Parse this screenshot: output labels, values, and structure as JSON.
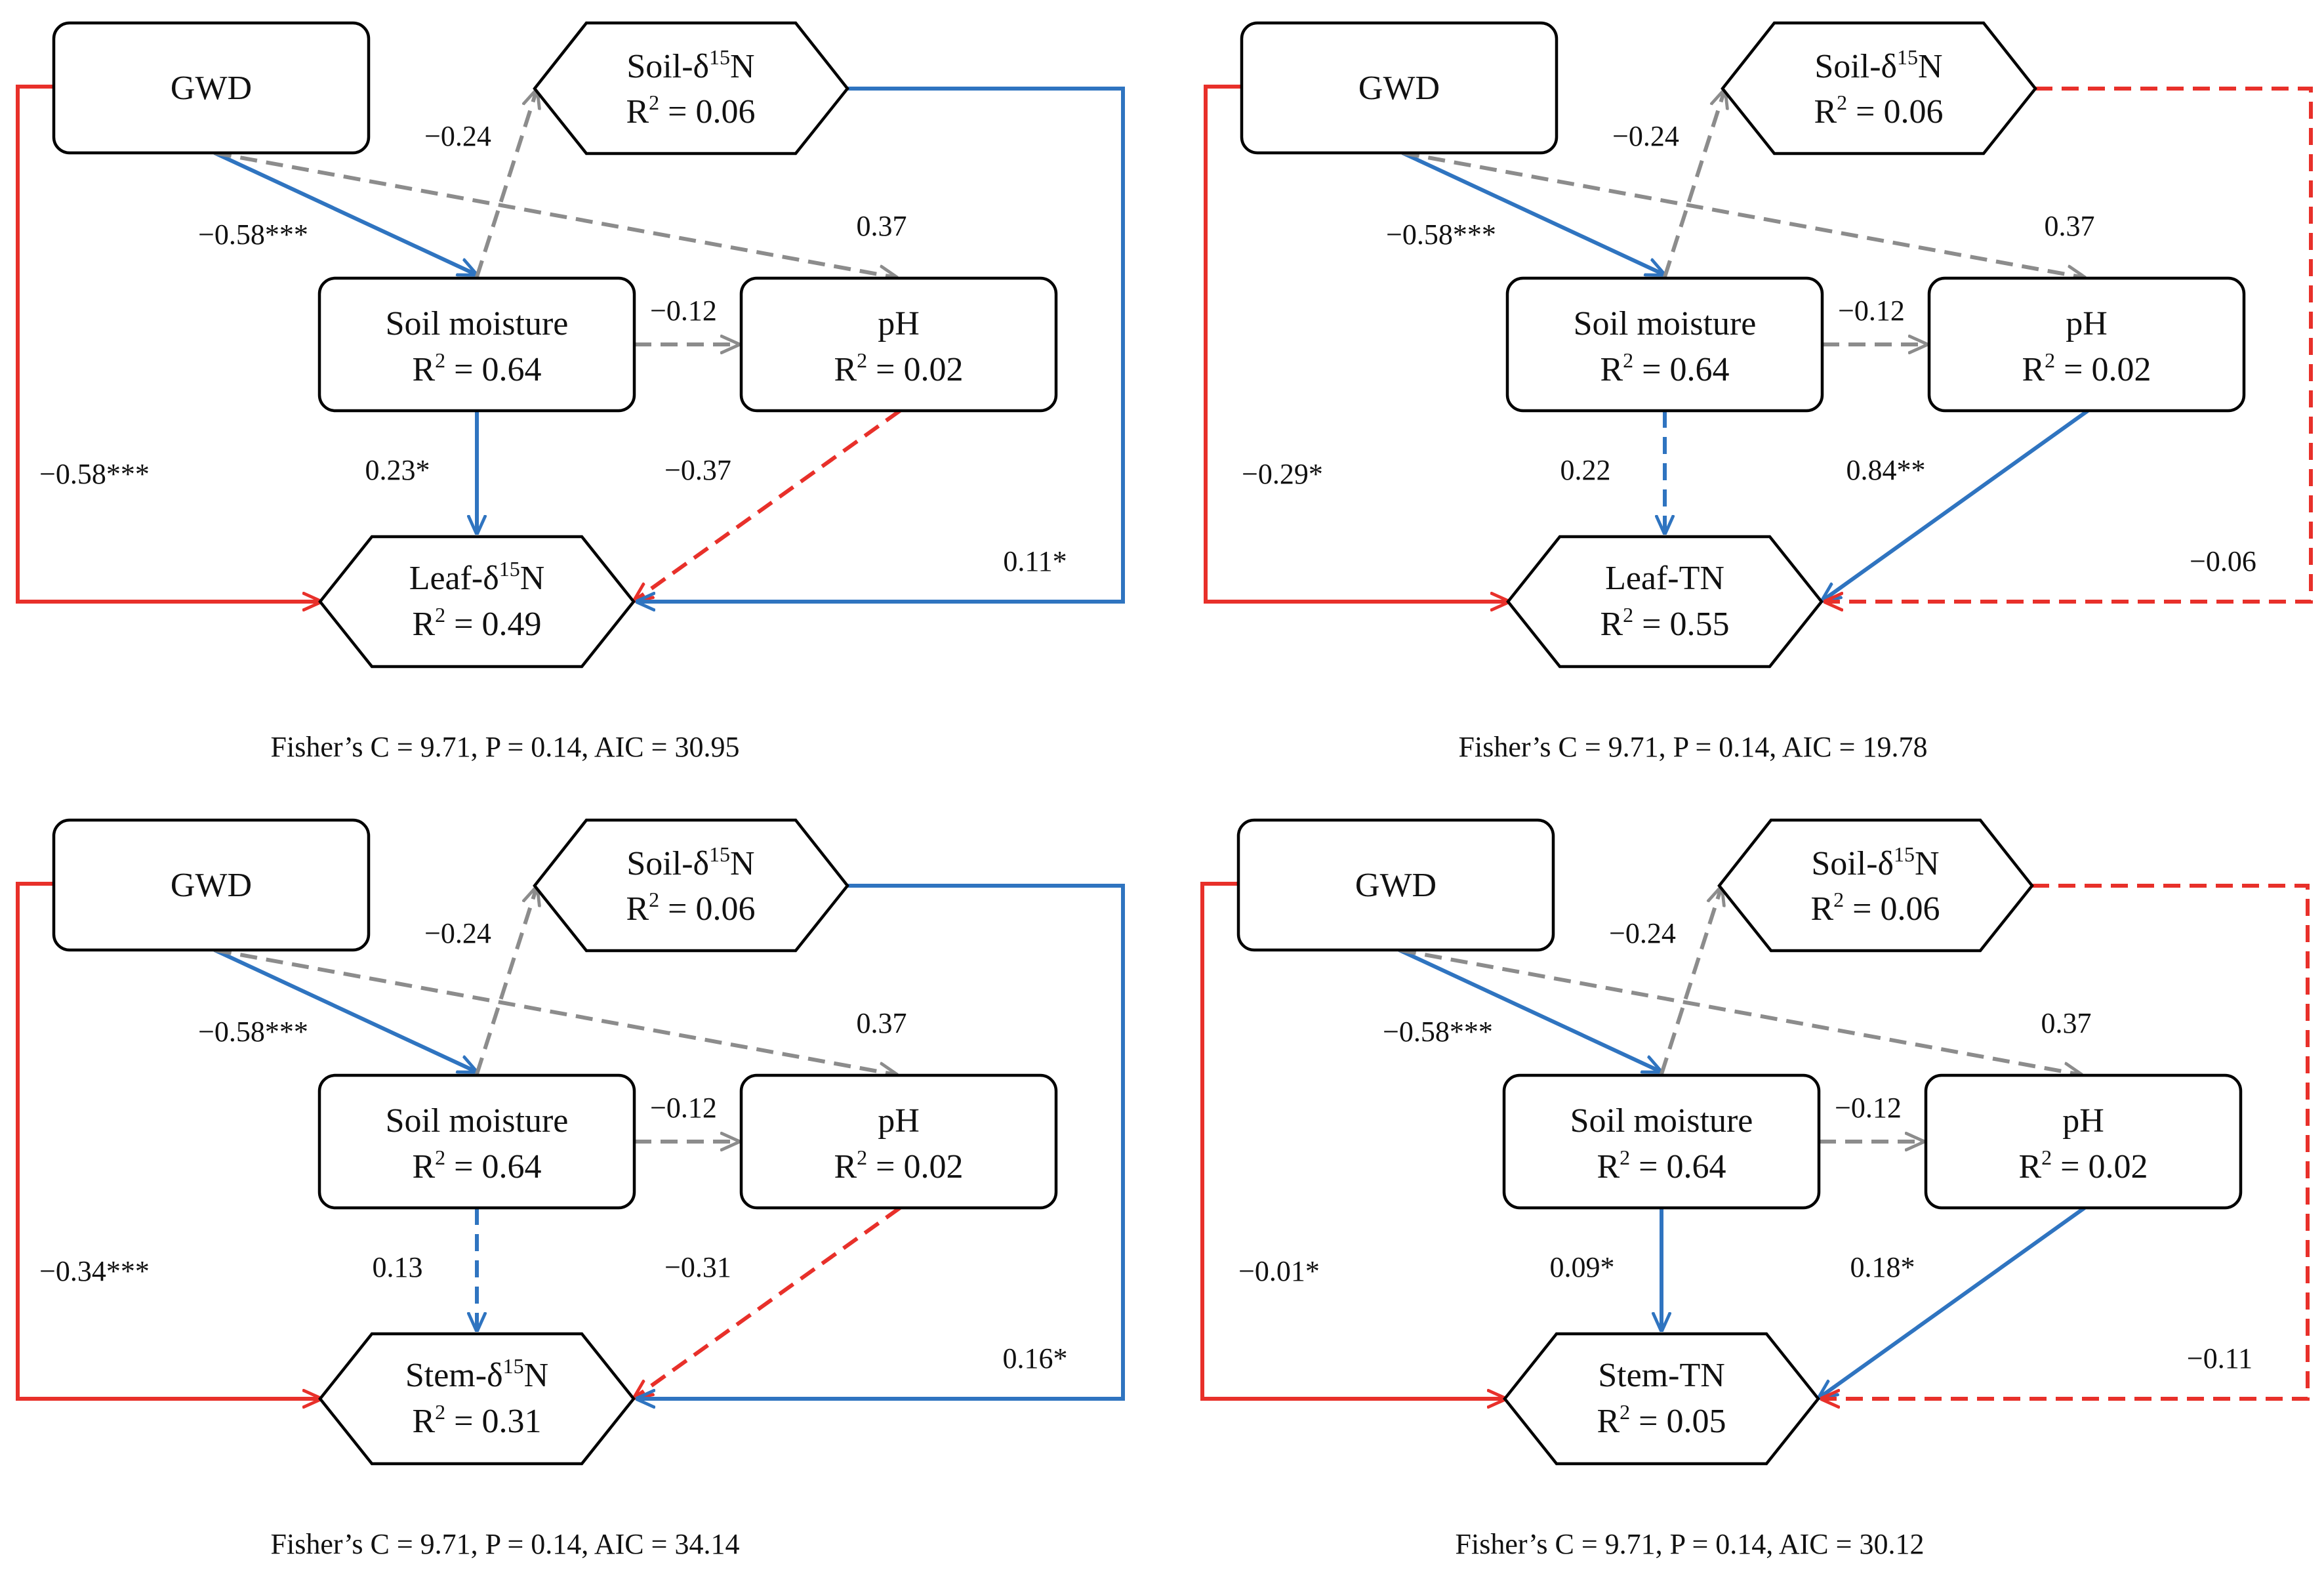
{
  "colors": {
    "negative_significant": "#e8302a",
    "positive_significant": "#2f74c0",
    "not_significant_gray": "#8c8c8c",
    "node_border": "#000000"
  },
  "panels": [
    {
      "id": "leaf-d15n",
      "nodes": {
        "gwd": {
          "name": "GWD"
        },
        "soil_d15n": {
          "name_prefix": "Soil-δ",
          "name_sup": "15",
          "name_suffix": "N",
          "r2_value": "0.06"
        },
        "soil_moisture": {
          "name": "Soil moisture",
          "r2_value": "0.64"
        },
        "ph": {
          "name": "pH",
          "r2_value": "0.02"
        },
        "target": {
          "name_prefix": "Leaf-δ",
          "name_sup": "15",
          "name_suffix": "N",
          "r2_value": "0.49"
        }
      },
      "paths": {
        "gwd_target": {
          "label": "−0.58***",
          "color": "negative_significant",
          "dashed": false
        },
        "gwd_moisture": {
          "label": "−0.58***",
          "color": "positive_significant",
          "dashed": false
        },
        "gwd_ph": {
          "label": "0.37",
          "color": "not_significant_gray",
          "dashed": true
        },
        "moisture_soil": {
          "label": "−0.24",
          "color": "not_significant_gray",
          "dashed": true
        },
        "moisture_ph": {
          "label": "−0.12",
          "color": "not_significant_gray",
          "dashed": true
        },
        "moisture_target": {
          "label": "0.23*",
          "color": "positive_significant",
          "dashed": false
        },
        "ph_target": {
          "label": "−0.37",
          "color": "negative_significant",
          "dashed": true
        },
        "soil_target": {
          "label": "0.11*",
          "color": "positive_significant",
          "dashed": false
        }
      },
      "fit": "Fisher’s C = 9.71, P = 0.14, AIC = 30.95"
    },
    {
      "id": "leaf-tn",
      "nodes": {
        "gwd": {
          "name": "GWD"
        },
        "soil_d15n": {
          "name_prefix": "Soil-δ",
          "name_sup": "15",
          "name_suffix": "N",
          "r2_value": "0.06"
        },
        "soil_moisture": {
          "name": "Soil moisture",
          "r2_value": "0.64"
        },
        "ph": {
          "name": "pH",
          "r2_value": "0.02"
        },
        "target": {
          "name_prefix": "Leaf-TN",
          "name_sup": "",
          "name_suffix": "",
          "r2_value": "0.55"
        }
      },
      "paths": {
        "gwd_target": {
          "label": "−0.29*",
          "color": "negative_significant",
          "dashed": false
        },
        "gwd_moisture": {
          "label": "−0.58***",
          "color": "positive_significant",
          "dashed": false
        },
        "gwd_ph": {
          "label": "0.37",
          "color": "not_significant_gray",
          "dashed": true
        },
        "moisture_soil": {
          "label": "−0.24",
          "color": "not_significant_gray",
          "dashed": true
        },
        "moisture_ph": {
          "label": "−0.12",
          "color": "not_significant_gray",
          "dashed": true
        },
        "moisture_target": {
          "label": "0.22",
          "color": "positive_significant",
          "dashed": true
        },
        "ph_target": {
          "label": "0.84**",
          "color": "positive_significant",
          "dashed": false
        },
        "soil_target": {
          "label": "−0.06",
          "color": "negative_significant",
          "dashed": true
        }
      },
      "fit": "Fisher’s C = 9.71, P = 0.14, AIC = 19.78"
    },
    {
      "id": "stem-d15n",
      "nodes": {
        "gwd": {
          "name": "GWD"
        },
        "soil_d15n": {
          "name_prefix": "Soil-δ",
          "name_sup": "15",
          "name_suffix": "N",
          "r2_value": "0.06"
        },
        "soil_moisture": {
          "name": "Soil moisture",
          "r2_value": "0.64"
        },
        "ph": {
          "name": "pH",
          "r2_value": "0.02"
        },
        "target": {
          "name_prefix": "Stem-δ",
          "name_sup": "15",
          "name_suffix": "N",
          "r2_value": "0.31"
        }
      },
      "paths": {
        "gwd_target": {
          "label": "−0.34***",
          "color": "negative_significant",
          "dashed": false
        },
        "gwd_moisture": {
          "label": "−0.58***",
          "color": "positive_significant",
          "dashed": false
        },
        "gwd_ph": {
          "label": "0.37",
          "color": "not_significant_gray",
          "dashed": true
        },
        "moisture_soil": {
          "label": "−0.24",
          "color": "not_significant_gray",
          "dashed": true
        },
        "moisture_ph": {
          "label": "−0.12",
          "color": "not_significant_gray",
          "dashed": true
        },
        "moisture_target": {
          "label": "0.13",
          "color": "positive_significant",
          "dashed": true
        },
        "ph_target": {
          "label": "−0.31",
          "color": "negative_significant",
          "dashed": true
        },
        "soil_target": {
          "label": "0.16*",
          "color": "positive_significant",
          "dashed": false
        }
      },
      "fit": "Fisher’s C = 9.71, P = 0.14, AIC = 34.14"
    },
    {
      "id": "stem-tn",
      "nodes": {
        "gwd": {
          "name": "GWD"
        },
        "soil_d15n": {
          "name_prefix": "Soil-δ",
          "name_sup": "15",
          "name_suffix": "N",
          "r2_value": "0.06"
        },
        "soil_moisture": {
          "name": "Soil moisture",
          "r2_value": "0.64"
        },
        "ph": {
          "name": "pH",
          "r2_value": "0.02"
        },
        "target": {
          "name_prefix": "Stem-TN",
          "name_sup": "",
          "name_suffix": "",
          "r2_value": "0.05"
        }
      },
      "paths": {
        "gwd_target": {
          "label": "−0.01*",
          "color": "negative_significant",
          "dashed": false
        },
        "gwd_moisture": {
          "label": "−0.58***",
          "color": "positive_significant",
          "dashed": false
        },
        "gwd_ph": {
          "label": "0.37",
          "color": "not_significant_gray",
          "dashed": true
        },
        "moisture_soil": {
          "label": "−0.24",
          "color": "not_significant_gray",
          "dashed": true
        },
        "moisture_ph": {
          "label": "−0.12",
          "color": "not_significant_gray",
          "dashed": true
        },
        "moisture_target": {
          "label": "0.09*",
          "color": "positive_significant",
          "dashed": false
        },
        "ph_target": {
          "label": "0.18*",
          "color": "positive_significant",
          "dashed": false
        },
        "soil_target": {
          "label": "−0.11",
          "color": "negative_significant",
          "dashed": true
        }
      },
      "fit": "Fisher’s C = 9.71, P = 0.14, AIC = 30.12"
    }
  ]
}
